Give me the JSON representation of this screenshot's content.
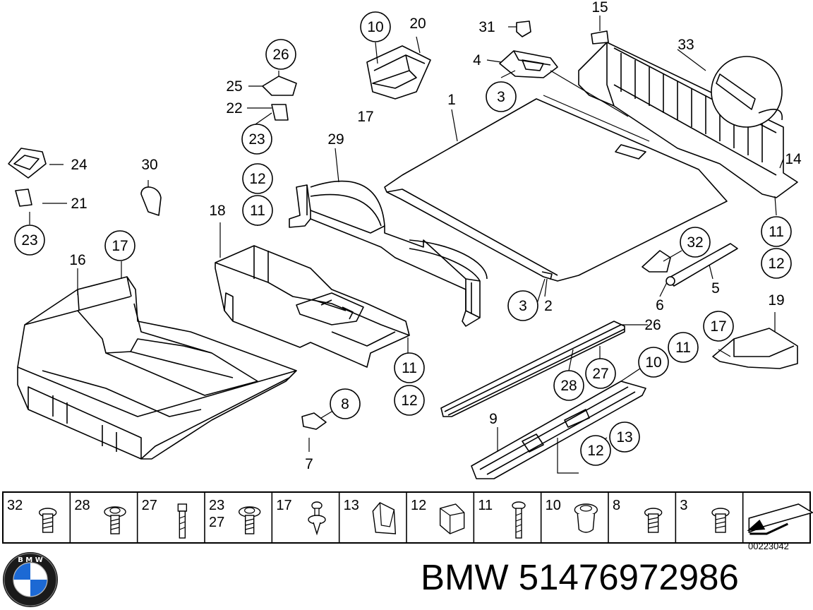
{
  "callouts": [
    "10",
    "20",
    "31",
    "15",
    "26",
    "25",
    "22",
    "23",
    "24",
    "21",
    "23",
    "30",
    "17",
    "4",
    "3",
    "33",
    "1",
    "29",
    "12",
    "11",
    "18",
    "14",
    "16",
    "17",
    "11",
    "32",
    "12",
    "3",
    "2",
    "6",
    "5",
    "19",
    "26",
    "17",
    "11",
    "10",
    "11",
    "27",
    "28",
    "12",
    "8",
    "9",
    "12",
    "13",
    "7"
  ],
  "fastener_strip": {
    "cells": [
      {
        "labels": [
          "32"
        ],
        "part": "screw"
      },
      {
        "labels": [
          "28"
        ],
        "part": "washer-screw"
      },
      {
        "labels": [
          "27"
        ],
        "part": "long-bolt"
      },
      {
        "labels": [
          "23",
          "27"
        ],
        "part": "washer-screw"
      },
      {
        "labels": [
          "17"
        ],
        "part": "plastic-rivet"
      },
      {
        "labels": [
          "13"
        ],
        "part": "spring-clip"
      },
      {
        "labels": [
          "12"
        ],
        "part": "clip-nut"
      },
      {
        "labels": [
          "11"
        ],
        "part": "long-screw"
      },
      {
        "labels": [
          "10"
        ],
        "part": "expanding-nut"
      },
      {
        "labels": [
          "8"
        ],
        "part": "screw"
      },
      {
        "labels": [
          "3"
        ],
        "part": "screw"
      },
      {
        "labels": [],
        "part": "direction-arrow-icon"
      }
    ]
  },
  "doc_number": "00223042",
  "caption": "BMW 51476972986",
  "brand": {
    "logo_letters": "BMW",
    "colors": {
      "blue": "#1c69d4",
      "white": "#ffffff",
      "ring": "#000000"
    }
  }
}
